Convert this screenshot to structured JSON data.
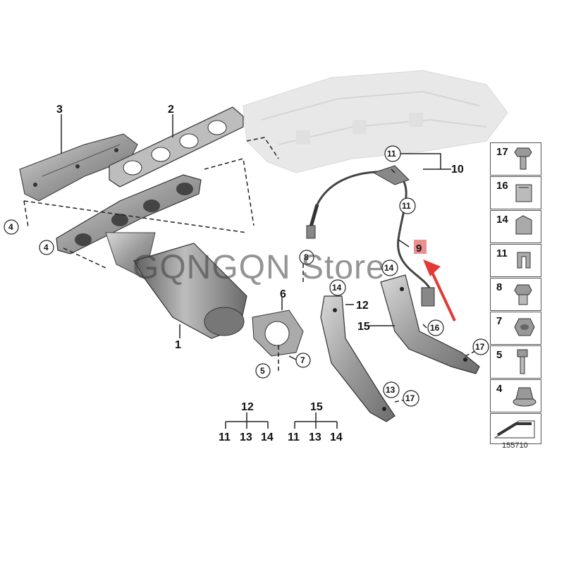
{
  "watermark": "GQNGQN  Store",
  "catalog_number": "155710",
  "callouts": {
    "c1": "1",
    "c2": "2",
    "c3": "3",
    "c4a": "4",
    "c4b": "4",
    "c5": "5",
    "c6": "6",
    "c7": "7",
    "c8": "8",
    "c9": "9",
    "c10": "10",
    "c11a": "11",
    "c11b": "11",
    "c12": "12",
    "c13": "13",
    "c14a": "14",
    "c14b": "14",
    "c15": "15",
    "c16": "16",
    "c17a": "17",
    "c17b": "17"
  },
  "kits": [
    {
      "head": "12",
      "items": [
        "11",
        "13",
        "14"
      ]
    },
    {
      "head": "15",
      "items": [
        "11",
        "13",
        "14"
      ]
    }
  ],
  "side_panel": [
    {
      "num": "17",
      "icon": "bolt-icon"
    },
    {
      "num": "16",
      "icon": "spring-clip-icon"
    },
    {
      "num": "14",
      "icon": "cable-clip-icon"
    },
    {
      "num": "11",
      "icon": "clip-icon"
    },
    {
      "num": "8",
      "icon": "plug-screw-icon"
    },
    {
      "num": "7",
      "icon": "hex-nut-icon"
    },
    {
      "num": "5",
      "icon": "stud-bolt-icon"
    },
    {
      "num": "4",
      "icon": "flange-nut-icon"
    }
  ],
  "highlight_color": "#e53935"
}
